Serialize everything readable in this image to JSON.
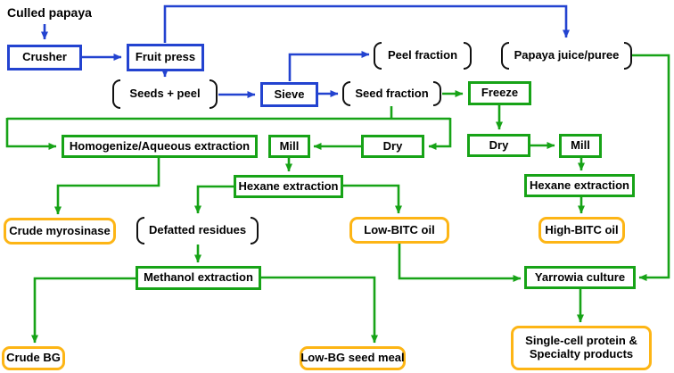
{
  "colors": {
    "process_line_blue": "#2343d0",
    "process_line_green": "#17a317",
    "product_box_orange": "#fdb515",
    "text_black": "#111111",
    "background": "#ffffff"
  },
  "nodes": {
    "culled_papaya": {
      "label": "Culled papaya",
      "type": "text"
    },
    "crusher": {
      "label": "Crusher",
      "type": "blue-box"
    },
    "fruit_press": {
      "label": "Fruit press",
      "type": "blue-box"
    },
    "seeds_peel": {
      "label": "Seeds + peel",
      "type": "braced"
    },
    "sieve": {
      "label": "Sieve",
      "type": "blue-box"
    },
    "peel_fraction": {
      "label": "Peel fraction",
      "type": "braced"
    },
    "papaya_juice": {
      "label": "Papaya juice/puree",
      "type": "braced"
    },
    "seed_fraction": {
      "label": "Seed fraction",
      "type": "braced"
    },
    "freeze": {
      "label": "Freeze",
      "type": "green-box"
    },
    "homogenize": {
      "label": "Homogenize/Aqueous extraction",
      "type": "green-box"
    },
    "mill_left": {
      "label": "Mill",
      "type": "green-box"
    },
    "dry_left": {
      "label": "Dry",
      "type": "green-box"
    },
    "dry_right": {
      "label": "Dry",
      "type": "green-box"
    },
    "mill_right": {
      "label": "Mill",
      "type": "green-box"
    },
    "hexane_left": {
      "label": "Hexane extraction",
      "type": "green-box"
    },
    "hexane_right": {
      "label": "Hexane extraction",
      "type": "green-box"
    },
    "crude_myrosinase": {
      "label": "Crude myrosinase",
      "type": "orange-box"
    },
    "defatted_residues": {
      "label": "Defatted residues",
      "type": "braced"
    },
    "low_bitc_oil": {
      "label": "Low-BITC oil",
      "type": "orange-box"
    },
    "high_bitc_oil": {
      "label": "High-BITC oil",
      "type": "orange-box"
    },
    "methanol": {
      "label": "Methanol extraction",
      "type": "green-box"
    },
    "yarrowia": {
      "label": "Yarrowia culture",
      "type": "green-box"
    },
    "crude_bg": {
      "label": "Crude BG",
      "type": "orange-box"
    },
    "low_bg_seed_meal": {
      "label": "Low-BG seed meal",
      "type": "orange-box"
    },
    "single_cell": {
      "label": "Single-cell protein &\nSpecialty products",
      "type": "orange-box"
    }
  },
  "edges": [
    {
      "from": "culled_papaya",
      "to": "crusher",
      "color": "blue"
    },
    {
      "from": "crusher",
      "to": "fruit_press",
      "color": "blue"
    },
    {
      "from": "fruit_press",
      "to": "papaya_juice",
      "color": "blue"
    },
    {
      "from": "fruit_press",
      "to": "seeds_peel",
      "color": "blue"
    },
    {
      "from": "seeds_peel",
      "to": "sieve",
      "color": "blue"
    },
    {
      "from": "sieve",
      "to": "peel_fraction",
      "color": "blue"
    },
    {
      "from": "sieve",
      "to": "seed_fraction",
      "color": "blue"
    },
    {
      "from": "seed_fraction",
      "to": "freeze",
      "color": "green"
    },
    {
      "from": "seed_fraction",
      "to": "homogenize",
      "color": "green"
    },
    {
      "from": "seed_fraction",
      "to": "dry_left",
      "color": "green"
    },
    {
      "from": "freeze",
      "to": "dry_right",
      "color": "green"
    },
    {
      "from": "dry_left",
      "to": "mill_left",
      "color": "green"
    },
    {
      "from": "dry_right",
      "to": "mill_right",
      "color": "green"
    },
    {
      "from": "mill_left",
      "to": "hexane_left",
      "color": "green"
    },
    {
      "from": "mill_right",
      "to": "hexane_right",
      "color": "green"
    },
    {
      "from": "homogenize",
      "to": "crude_myrosinase",
      "color": "green"
    },
    {
      "from": "hexane_left",
      "to": "defatted_residues",
      "color": "green"
    },
    {
      "from": "hexane_left",
      "to": "low_bitc_oil",
      "color": "green"
    },
    {
      "from": "hexane_right",
      "to": "high_bitc_oil",
      "color": "green"
    },
    {
      "from": "defatted_residues",
      "to": "methanol",
      "color": "green"
    },
    {
      "from": "methanol",
      "to": "crude_bg",
      "color": "green"
    },
    {
      "from": "methanol",
      "to": "low_bg_seed_meal",
      "color": "green"
    },
    {
      "from": "low_bitc_oil",
      "to": "yarrowia",
      "color": "green"
    },
    {
      "from": "papaya_juice",
      "to": "yarrowia",
      "color": "green"
    },
    {
      "from": "yarrowia",
      "to": "single_cell",
      "color": "green"
    }
  ]
}
